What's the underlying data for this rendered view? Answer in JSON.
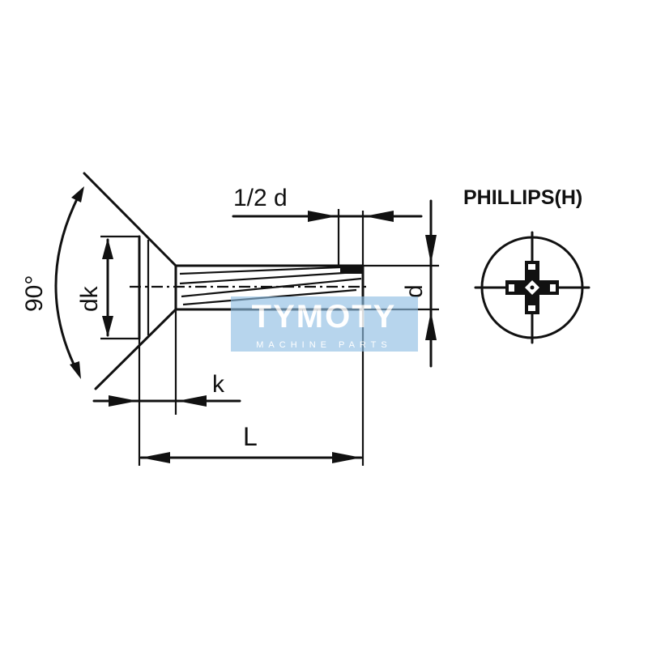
{
  "labels": {
    "angle": "90°",
    "head_diameter": "dk",
    "half_d": "1/2 d",
    "diameter": "d",
    "head_height": "k",
    "length": "L",
    "drive_type": "PHILLIPS(H)"
  },
  "watermark": {
    "brand": "TYMOTY",
    "tagline": "MACHINE PARTS",
    "color": "#8fbde3"
  },
  "colors": {
    "line": "#111111",
    "background": "#ffffff"
  }
}
